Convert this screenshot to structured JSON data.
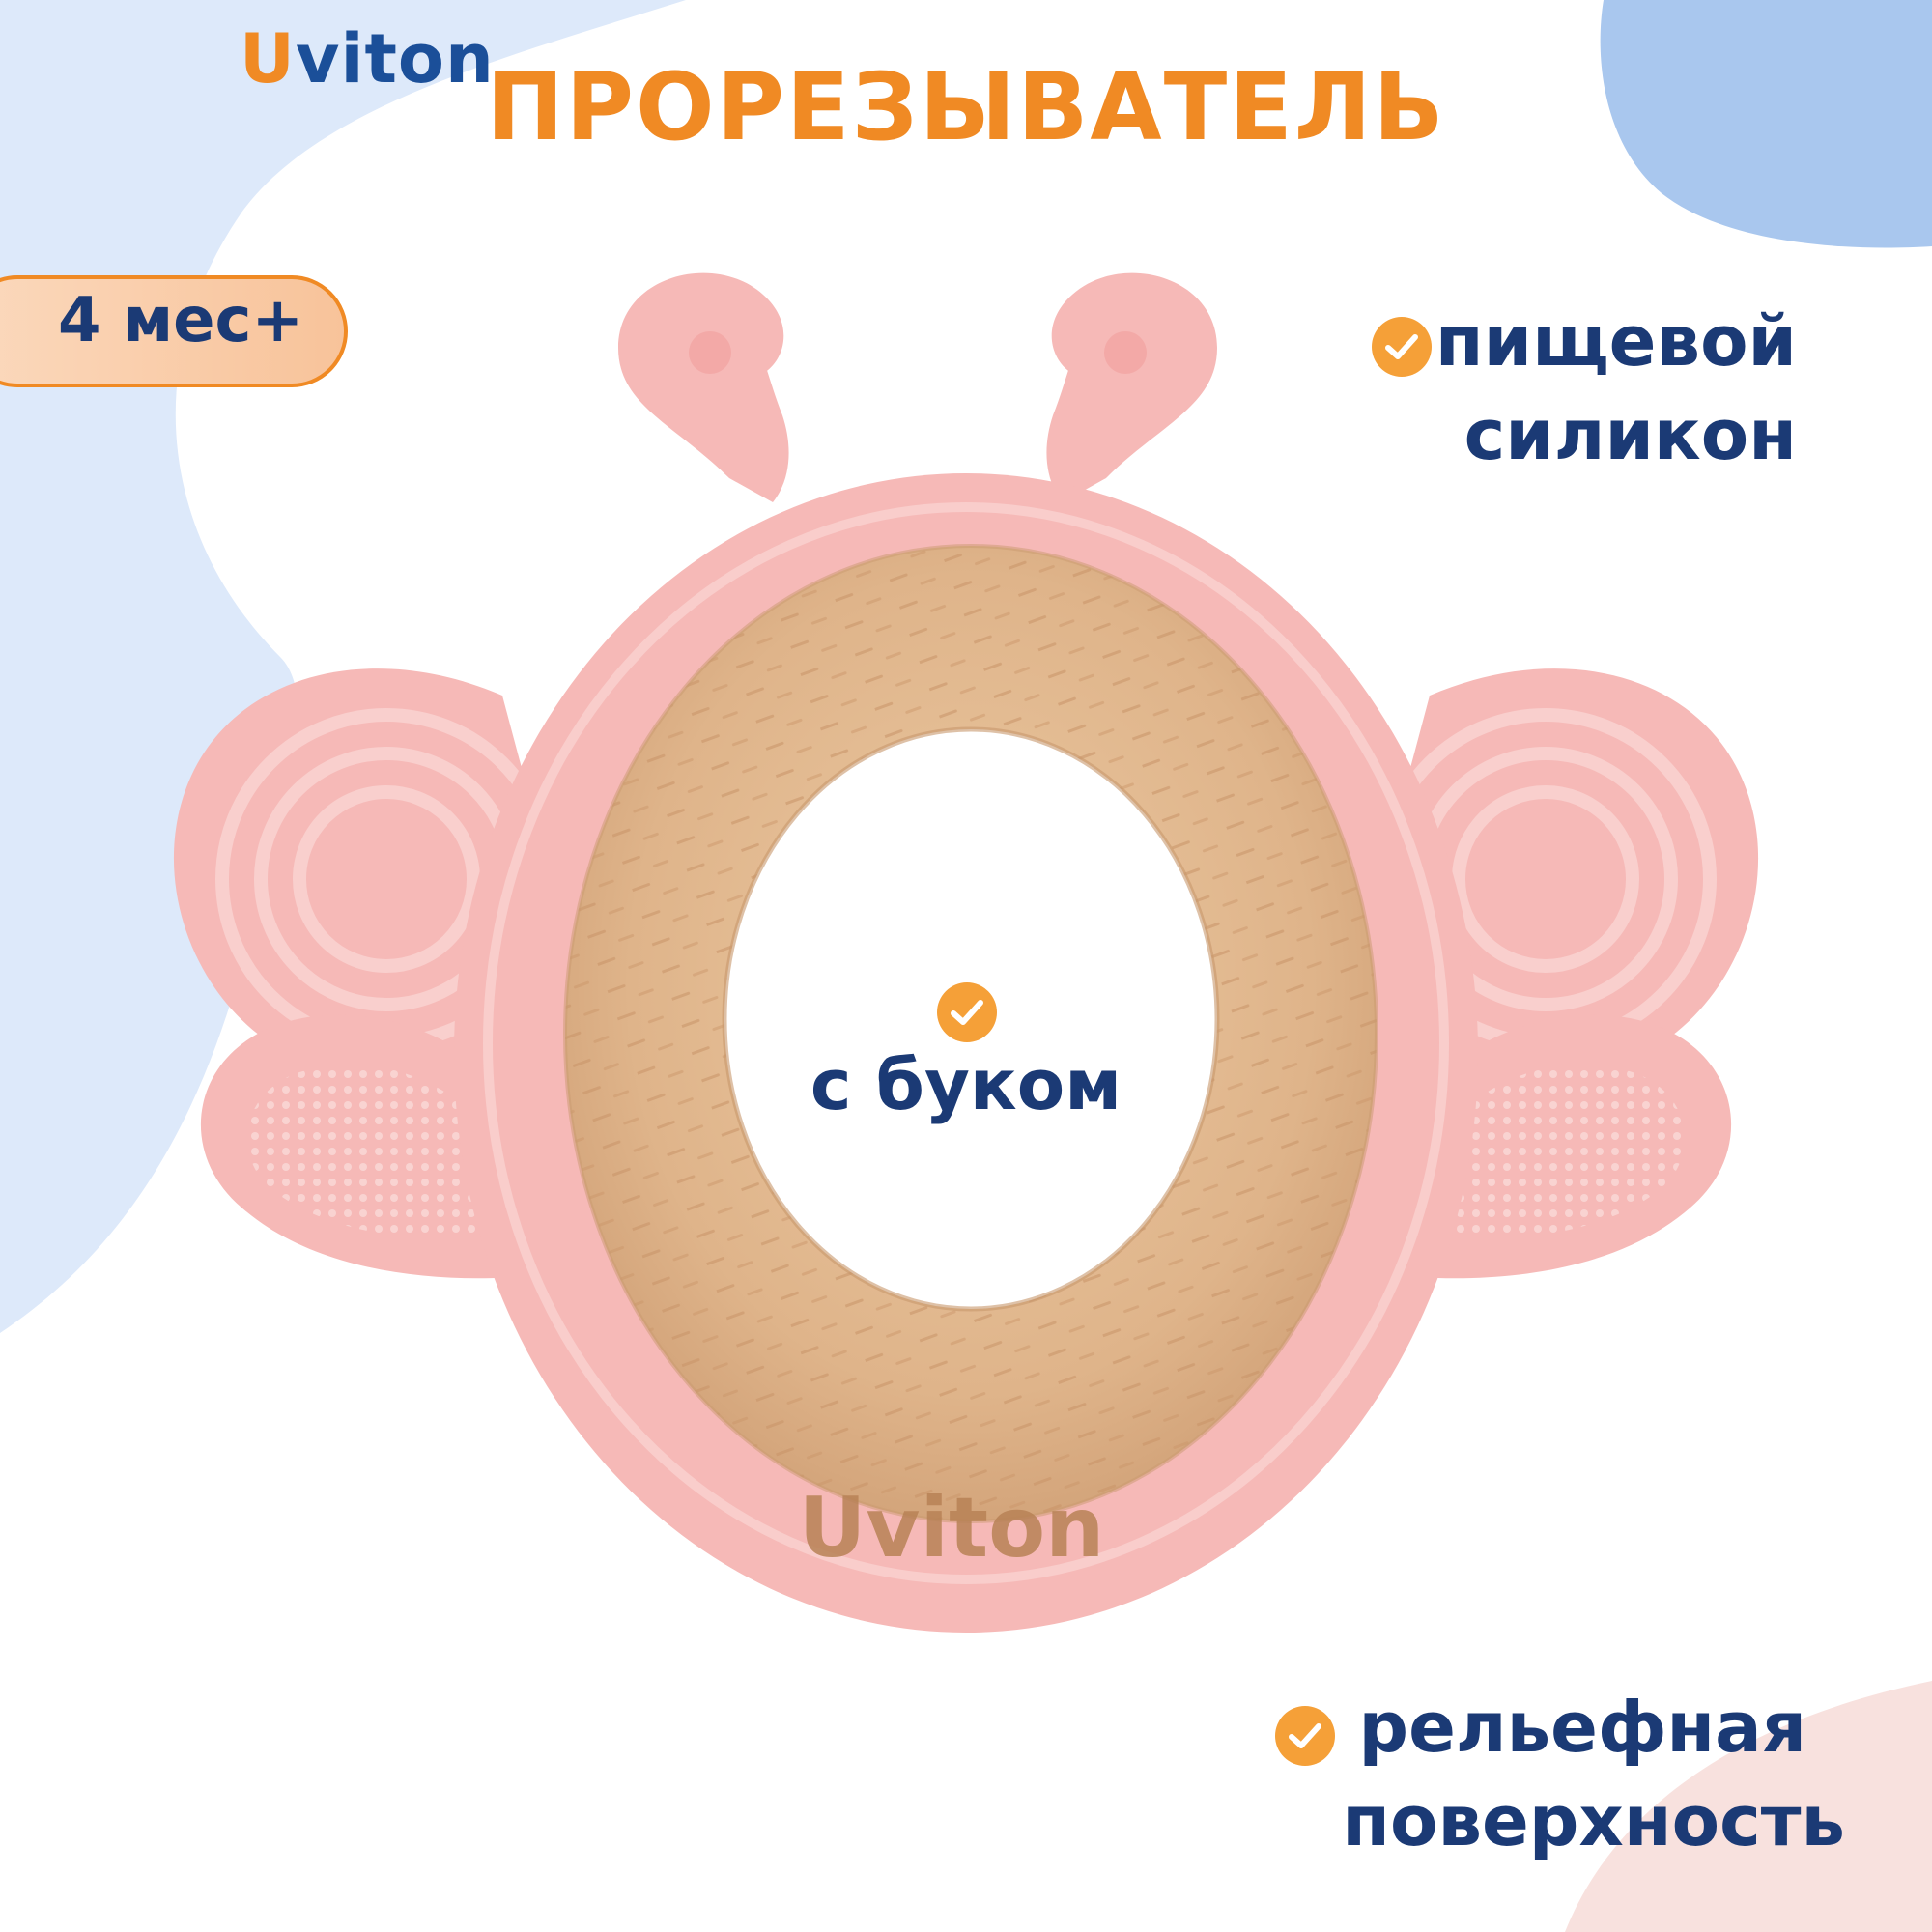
{
  "brand": {
    "logo_text": "Uviton",
    "logo_first_letter": "U",
    "logo_rest": "viton",
    "engraving": "Uviton"
  },
  "title": "ПРОРЕЗЫВАТЕЛЬ",
  "age_badge": "4 мес+",
  "features": {
    "silicone_line1": "пищевой",
    "silicone_line2": "силикон",
    "beech": "с буком",
    "relief_line1": "рельефная",
    "relief_line2": "поверхность"
  },
  "colors": {
    "brand_blue": "#1b4f99",
    "text_navy": "#1b3a75",
    "accent_orange": "#f08a24",
    "silicone_pink": "#f6b9b7",
    "wood": "#e2b98f"
  },
  "icons": [
    "check-icon",
    "teether-product-image"
  ]
}
